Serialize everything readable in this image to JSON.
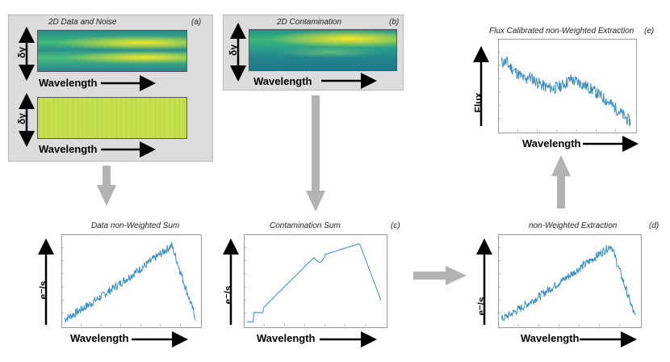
{
  "panels": {
    "a": {
      "title": "2D Data and Noise",
      "letter": "(a)",
      "axis_y": "δy",
      "axis_x": "Wavelength"
    },
    "b": {
      "title": "2D Contamination",
      "letter": "(b)",
      "axis_y": "δy",
      "axis_x": "Wavelength"
    },
    "data_sum": {
      "title": "Data non-Weighted Sum",
      "axis_y": "e⁻/s",
      "axis_x": "Wavelength"
    },
    "c": {
      "title": "Contamination Sum",
      "letter": "(c)",
      "axis_y": "e⁻/s",
      "axis_x": "Wavelength"
    },
    "d": {
      "title": "non-Weighted Extraction",
      "letter": "(d)",
      "axis_y": "e⁻/s",
      "axis_x": "Wavelength"
    },
    "e": {
      "title": "Flux Calibrated non-Weighted Extraction",
      "letter": "(e)",
      "axis_y": "Flux",
      "axis_x": "Wavelength"
    }
  },
  "colors": {
    "line": "#3a8fc4",
    "arrow": "#b3b3b3",
    "panel_bg": "#dcdcdc",
    "viridis_low": "#3b5e8c",
    "viridis_mid": "#2bb07f",
    "viridis_high": "#fde725"
  }
}
